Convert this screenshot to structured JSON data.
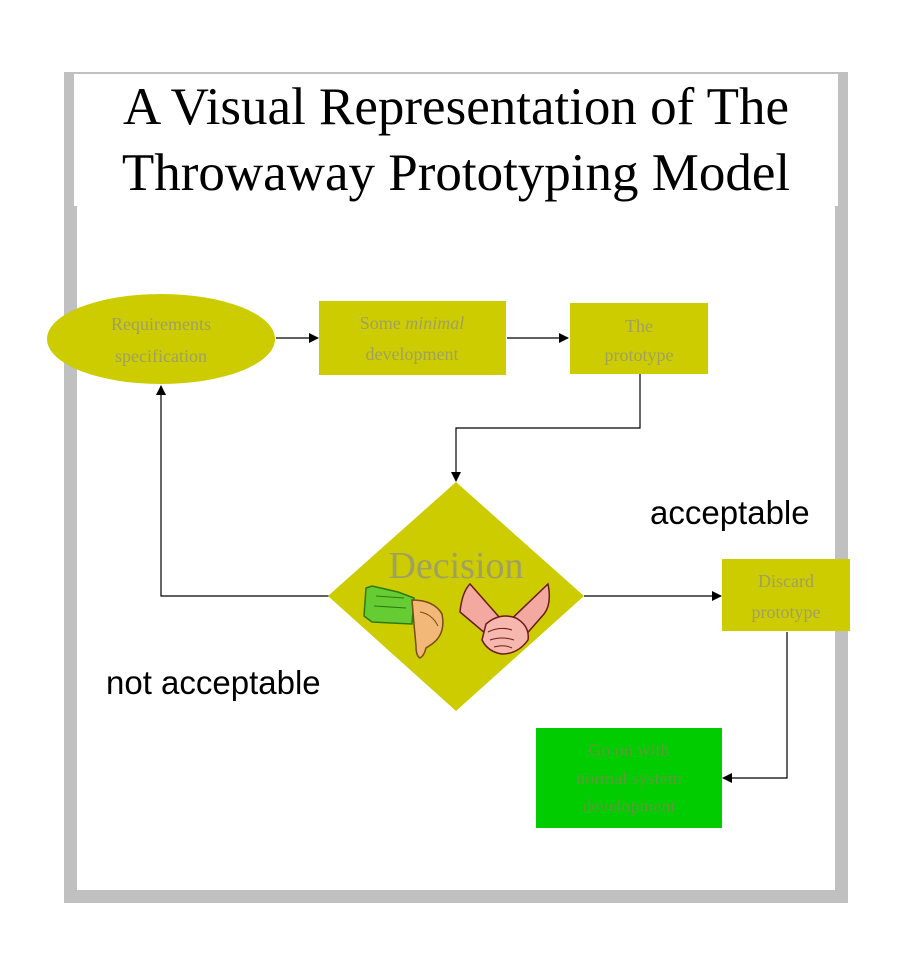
{
  "title": {
    "line1": "A Visual Representation of The",
    "line2": "Throwaway Prototyping Model"
  },
  "nodes": {
    "requirements": {
      "line1": "Requirements",
      "line2": "specification"
    },
    "minimal_dev": {
      "line1_prefix": "Some ",
      "line1_italic": "minimal",
      "line2": "development"
    },
    "prototype": {
      "line1": "The",
      "line2": "prototype"
    },
    "decision": {
      "label": "Decision"
    },
    "discard": {
      "line1": "Discard",
      "line2": "prototype"
    },
    "go_on": {
      "line1": "Go on with",
      "line2": "normal system",
      "line3": "development"
    }
  },
  "edge_labels": {
    "acceptable": "acceptable",
    "not_acceptable": "not acceptable"
  },
  "icons": {
    "decision_left": "thumbs-down-icon",
    "decision_right": "handshake-icon"
  },
  "colors": {
    "node_fill": "#cccc00",
    "go_on_fill": "#00cc00",
    "frame": "#c0c0c0"
  }
}
